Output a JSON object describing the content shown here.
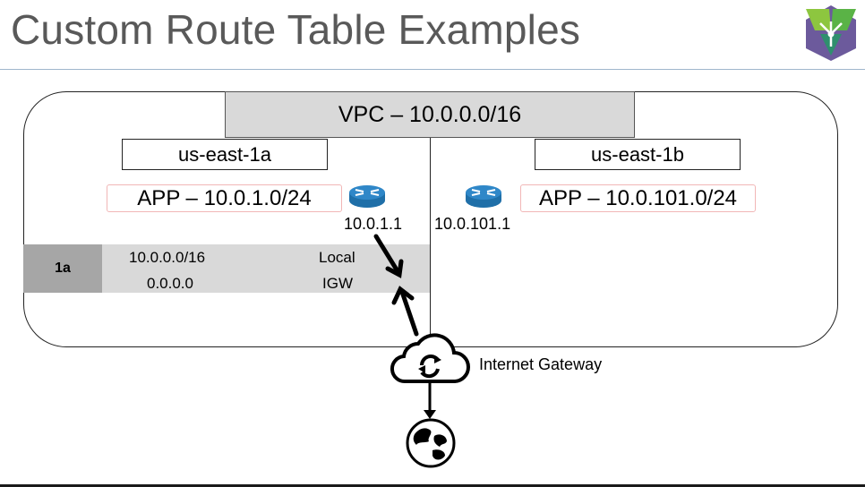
{
  "title": "Custom Route Table Examples",
  "vpc": {
    "label": "VPC – 10.0.0.0/16"
  },
  "zones": [
    {
      "name": "us-east-1a",
      "subnet": "APP – 10.0.1.0/24",
      "router_ip": "10.0.1.1"
    },
    {
      "name": "us-east-1b",
      "subnet": "APP – 10.0.101.0/24",
      "router_ip": "10.0.101.1"
    }
  ],
  "route_table": {
    "name": "1a",
    "routes": [
      {
        "destination": "10.0.0.0/16",
        "target": "Local"
      },
      {
        "destination": "0.0.0.0",
        "target": "IGW"
      }
    ]
  },
  "internet_gateway": {
    "label": "Internet Gateway",
    "icon": "cloud-sync-icon"
  },
  "internet_icon": "globe-icon",
  "colors": {
    "title": "#595959",
    "accent_rule": "#9fb6cc",
    "router": "#2f87c8",
    "subnet_border": "#f1b6b6",
    "table_bg": "#d9d9d9"
  }
}
